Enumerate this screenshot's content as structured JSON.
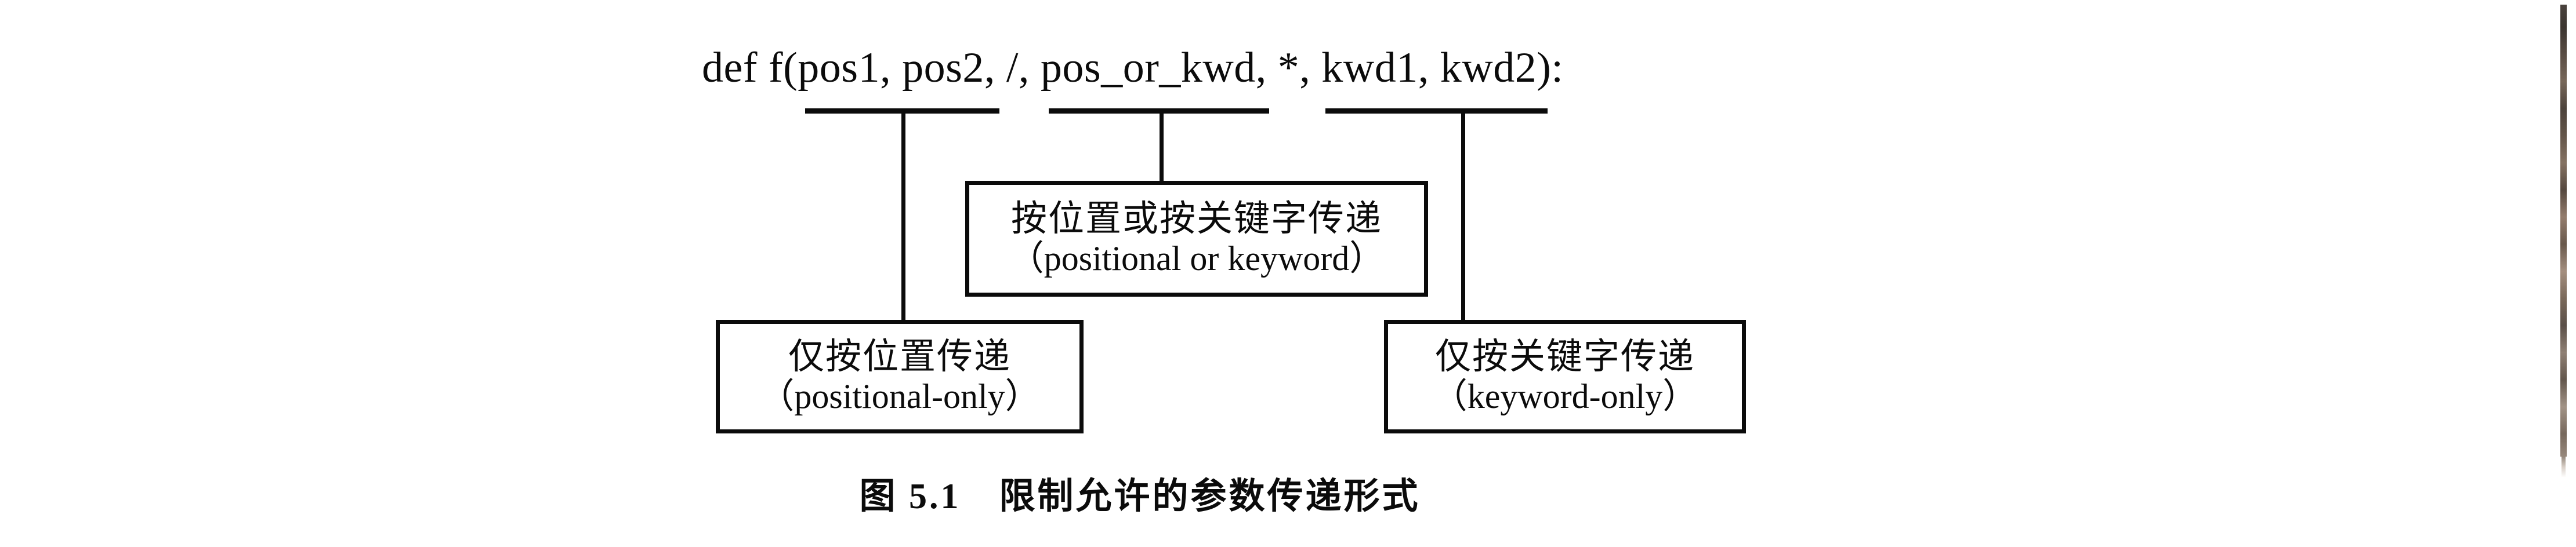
{
  "figure": {
    "signature": {
      "text": "def f(pos1, pos2, /, pos_or_kwd, *, kwd1, kwd2):",
      "function_name": "f",
      "parameters": [
        "pos1",
        "pos2",
        "/",
        "pos_or_kwd",
        "*",
        "kwd1",
        "kwd2"
      ]
    },
    "underlines": [
      {
        "id": "positional-only",
        "covers": "pos1, pos2, /"
      },
      {
        "id": "positional-or-keyword",
        "covers": "pos_or_kwd"
      },
      {
        "id": "keyword-only",
        "covers": "kwd1, kwd2"
      }
    ],
    "boxes": {
      "positional_or_keyword": {
        "cn": "按位置或按关键字传递",
        "en": "（positional or keyword）"
      },
      "positional_only": {
        "cn": "仅按位置传递",
        "en": "（positional-only）"
      },
      "keyword_only": {
        "cn": "仅按关键字传递",
        "en": "（keyword-only）"
      }
    },
    "caption": {
      "number": "图 5.1",
      "title": "限制允许的参数传递形式",
      "full": "图 5.1　限制允许的参数传递形式"
    }
  },
  "colors": {
    "ink": "#0b0b0b",
    "paper": "#ffffff",
    "scan_edge": "#6b5a4b"
  }
}
